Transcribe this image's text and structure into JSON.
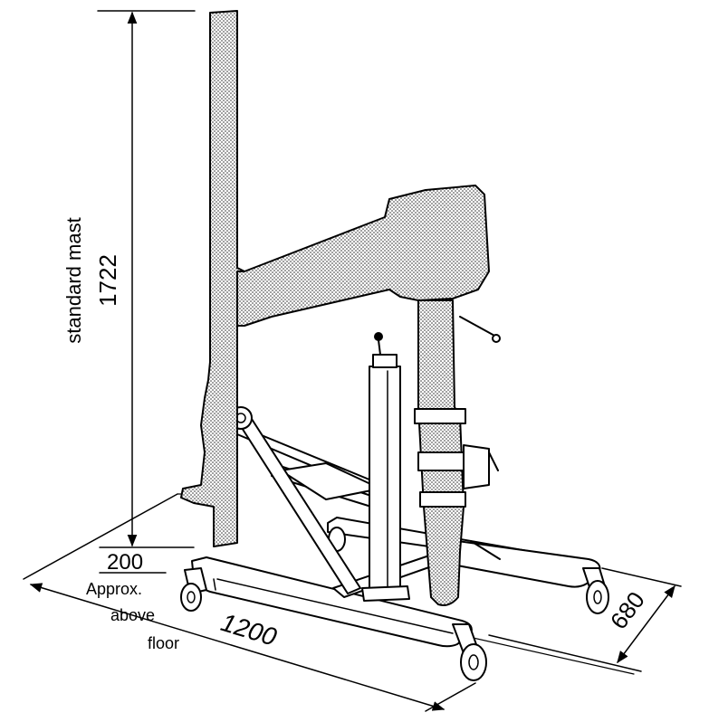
{
  "labels": {
    "mast_caption": "standard mast",
    "mast_height": "1722",
    "floor_gap": "200",
    "approx_line1": "Approx.",
    "approx_line2": "above",
    "approx_line3": "floor",
    "length": "1200",
    "width": "680"
  }
}
